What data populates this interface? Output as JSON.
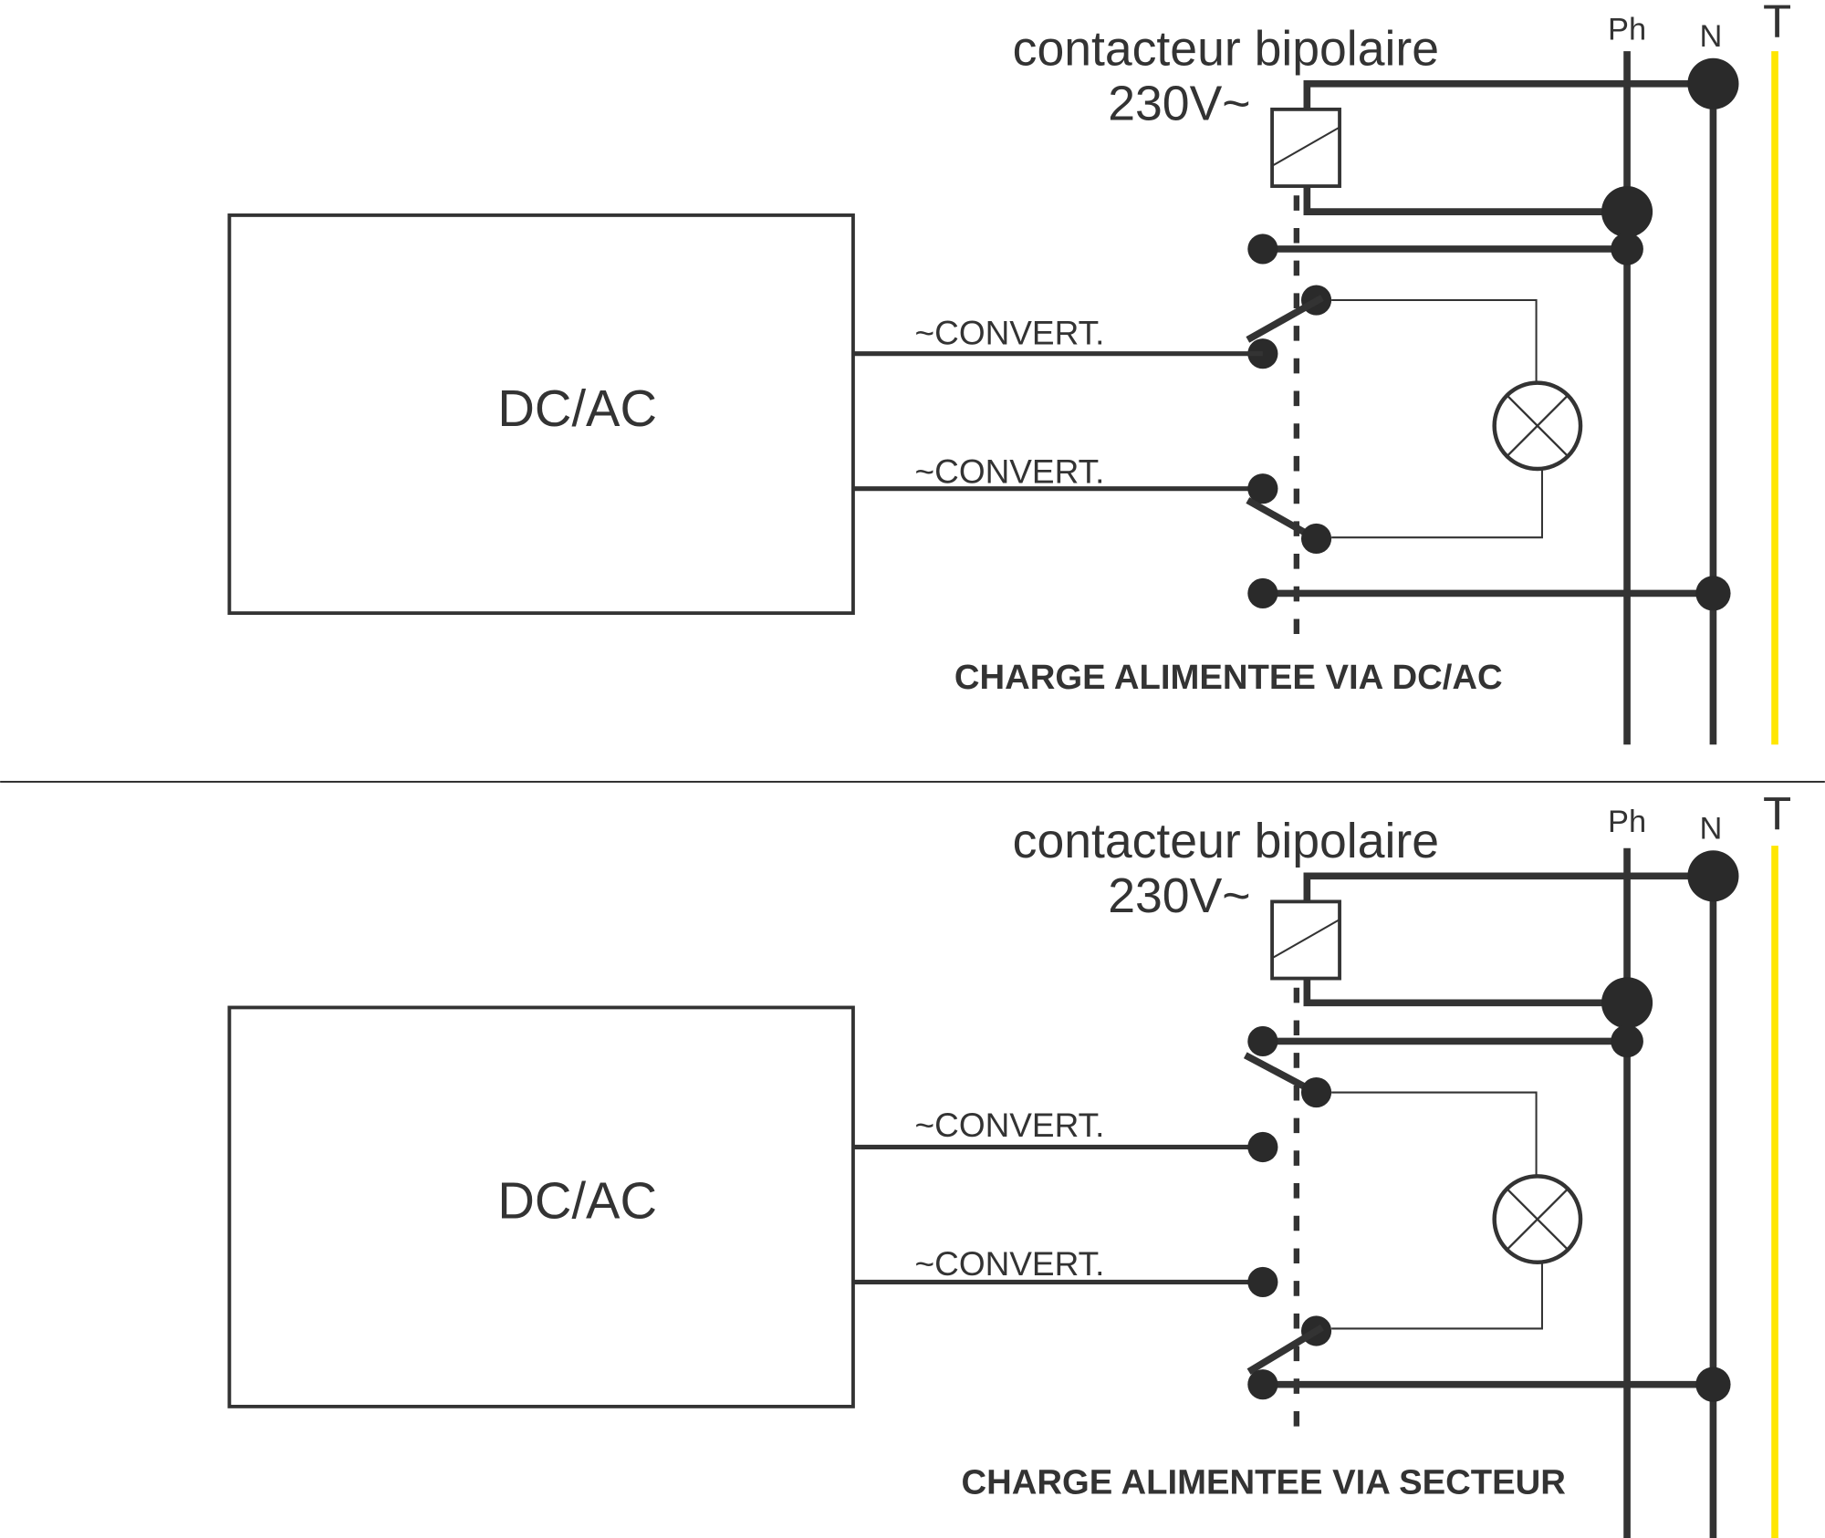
{
  "diagram": {
    "title": "Contacteur bipolaire - inverseur DC/AC / secteur",
    "colors": {
      "wire": "#333333",
      "earth": "#FFE600",
      "background": "#FFFFFF"
    },
    "rails": {
      "phase": "Ph",
      "neutral": "N",
      "earth": "T"
    },
    "panels": [
      {
        "id": "top",
        "contactor_label_line1": "contacteur bipolaire",
        "contactor_label_line2": "230V~",
        "converter_label": "DC/AC",
        "output_label_1": "~CONVERT.",
        "output_label_2": "~CONVERT.",
        "caption": "CHARGE ALIMENTEE VIA DC/AC",
        "switch_state": "converter"
      },
      {
        "id": "bottom",
        "contactor_label_line1": "contacteur bipolaire",
        "contactor_label_line2": "230V~",
        "converter_label": "DC/AC",
        "output_label_1": "~CONVERT.",
        "output_label_2": "~CONVERT.",
        "caption": "CHARGE ALIMENTEE VIA SECTEUR",
        "switch_state": "mains"
      }
    ],
    "components": [
      "contactor-coil",
      "switch-contact",
      "lamp",
      "converter-box"
    ]
  }
}
